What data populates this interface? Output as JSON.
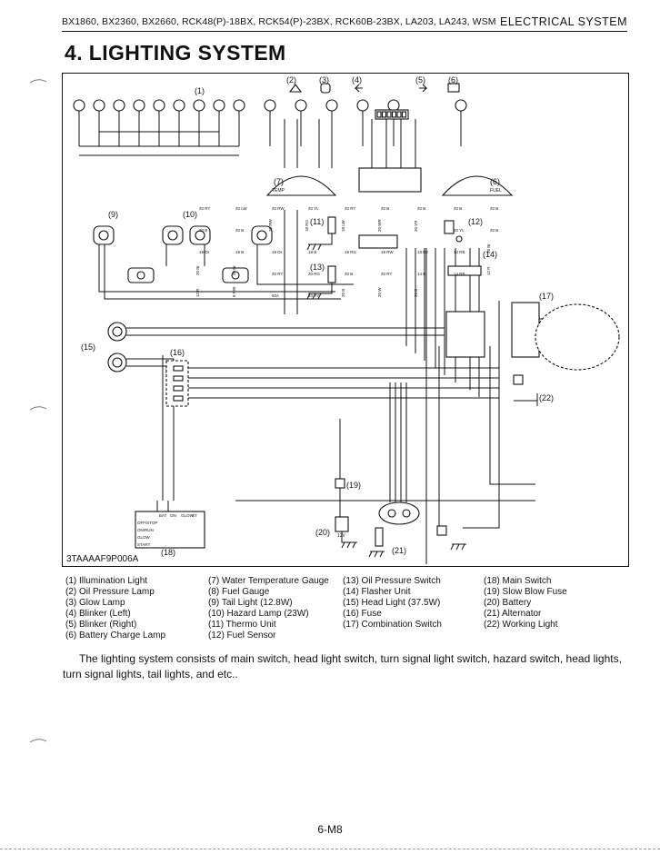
{
  "header": {
    "models": "BX1860,  BX2360,  BX2660,  RCK48(P)-18BX,  RCK54(P)-23BX,  RCK60B-23BX,  LA203,  LA243, WSM",
    "section": "ELECTRICAL  SYSTEM"
  },
  "title": "4.  LIGHTING  SYSTEM",
  "diagram": {
    "code": "3TAAAAF9P006A",
    "callouts": [
      "(1)",
      "(2)",
      "(3)",
      "(4)",
      "(5)",
      "(6)",
      "(7)",
      "(6)",
      "(9)",
      "(10)",
      "(11)",
      "(12)",
      "(13)",
      "(14)",
      "(15)",
      "(16)",
      "(17)",
      "(18)",
      "(19)",
      "(20)",
      "(21)",
      "(22)"
    ],
    "wire_labels": [
      "20 RY",
      "20 LW",
      "20 RW",
      "20 YL",
      "20 RY",
      "20 B",
      "20 B",
      "20 B",
      "20 B",
      "20 B",
      "20 B",
      "20 RW",
      "18 RG",
      "18 LW",
      "20 WR",
      "20 YR",
      "20 YL",
      "20 B",
      "18 Or",
      "18 B",
      "18 Or",
      "18 B",
      "18 RG",
      "18 RW",
      "18 RY",
      "14 RB",
      "20 Br",
      "20 Br",
      "20 Br",
      "20 RY",
      "20 RG",
      "20 B",
      "20 RY",
      "14 B",
      "14 RB",
      "12 R",
      "12 R",
      "8 RW",
      "50A",
      "20 RY",
      "20 B",
      "20 W",
      "20 B"
    ],
    "switch_table": {
      "headers": [
        "BAT",
        "ON",
        "GLOW",
        "ST"
      ],
      "rows": [
        "OFF/STOP",
        "ON/RUN",
        "GLOW",
        "START"
      ]
    },
    "gauge_labels": [
      "TEMP",
      "FUEL"
    ],
    "battery_label": "12V"
  },
  "legend": {
    "col1": [
      "(1) Illumination Light",
      "(2) Oil Pressure Lamp",
      "(3) Glow Lamp",
      "(4) Blinker (Left)",
      "(5) Blinker (Right)",
      "(6) Battery Charge Lamp"
    ],
    "col2": [
      "(7) Water Temperature Gauge",
      "(8) Fuel Gauge",
      "(9) Tail Light (12.8W)",
      "(10) Hazard Lamp (23W)",
      "(11) Thermo Unit",
      "(12) Fuel Sensor"
    ],
    "col3": [
      "(13) Oil Pressure Switch",
      "(14) Flasher Unit",
      "(15) Head Light (37.5W)",
      "(16) Fuse",
      "(17) Combination Switch"
    ],
    "col4": [
      "(18) Main Switch",
      "(19) Slow Blow Fuse",
      "(20) Battery",
      "(21) Alternator",
      "(22) Working Light"
    ]
  },
  "description": "The lighting system consists of main switch, head light switch, turn signal light switch, hazard switch, head lights, turn signal lights, tail lights, and etc..",
  "page_number": "6-M8"
}
